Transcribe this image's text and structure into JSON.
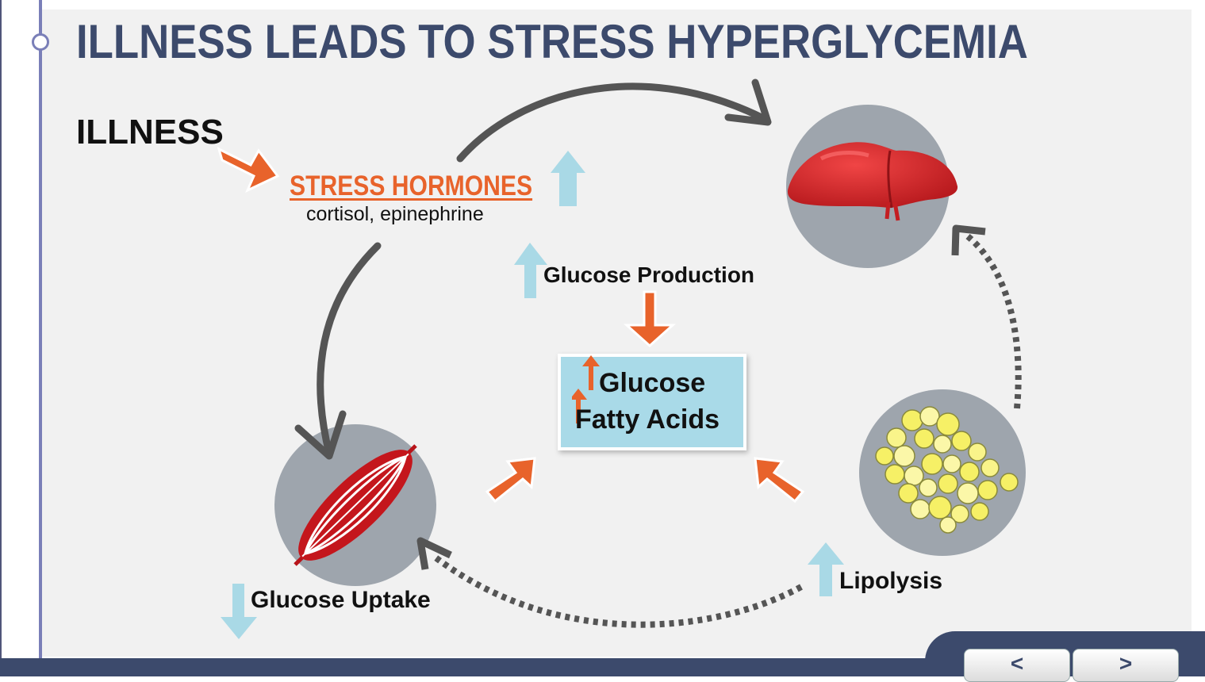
{
  "title": "ILLNESS LEADS TO STRESS HYPERGLYCEMIA",
  "illness_label": "ILLNESS",
  "stress_hormones": {
    "label": "STRESS HORMONES",
    "examples": "cortisol, epinephrine"
  },
  "glucose_production_label": "Glucose Production",
  "center_box": {
    "line1": "Glucose",
    "line2": "Fatty Acids"
  },
  "glucose_uptake_label": "Glucose Uptake",
  "lipolysis_label": "Lipolysis",
  "navigation": {
    "prev_label": "<",
    "next_label": ">"
  },
  "colors": {
    "title": "#3c4a6c",
    "orange_arrow": "#e8632b",
    "increase_arrow": "#a9d9e6",
    "gray_arrow": "#555555",
    "organ_circle": "#9ea5ad",
    "center_box": "#a9dae8"
  },
  "icons": [
    "liver-icon",
    "muscle-icon",
    "fat-cells-icon"
  ]
}
